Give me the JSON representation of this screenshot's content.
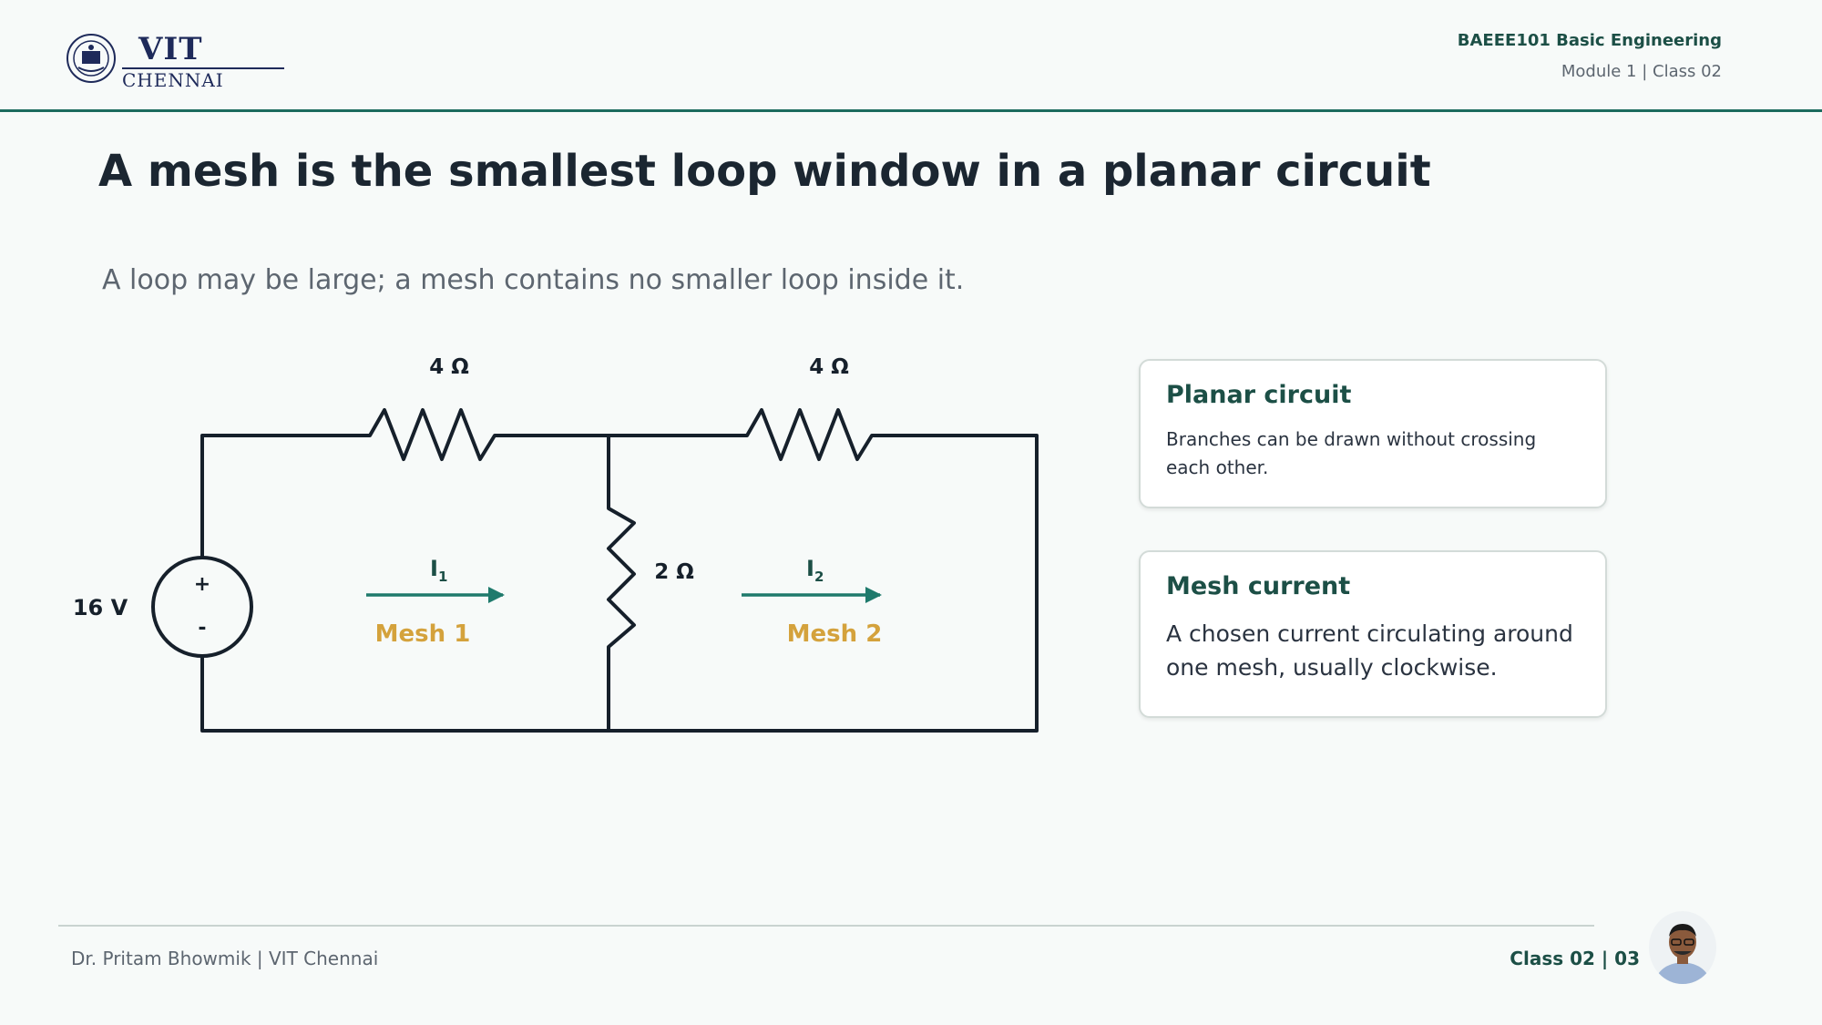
{
  "header": {
    "logo_vit": "VIT",
    "logo_chennai": "CHENNAI",
    "course": "BAEEE101 Basic Engineering",
    "module": "Module 1 | Class 02"
  },
  "slide": {
    "title": "A mesh is the smallest loop window in a planar circuit",
    "subtitle": "A loop may be large; a mesh contains no smaller loop inside it."
  },
  "circuit": {
    "source_label": "16 V",
    "source_plus": "+",
    "source_minus": "-",
    "r_top_left": "4 Ω",
    "r_top_right": "4 Ω",
    "r_middle": "2 Ω",
    "i1_main": "I",
    "i1_sub": "1",
    "i2_main": "I",
    "i2_sub": "2",
    "mesh1": "Mesh 1",
    "mesh2": "Mesh 2",
    "colors": {
      "wire": "#16202b",
      "arrow": "#1f7a6c",
      "mesh_label": "#d4a23c"
    }
  },
  "cards": {
    "planar_title": "Planar circuit",
    "planar_text": "Branches can be drawn without crossing each other.",
    "mesh_title": "Mesh current",
    "mesh_text": "A chosen current circulating around one mesh, usually clockwise."
  },
  "footer": {
    "author": "Dr. Pritam Bhowmik | VIT Chennai",
    "page": "Class 02 | 03"
  }
}
